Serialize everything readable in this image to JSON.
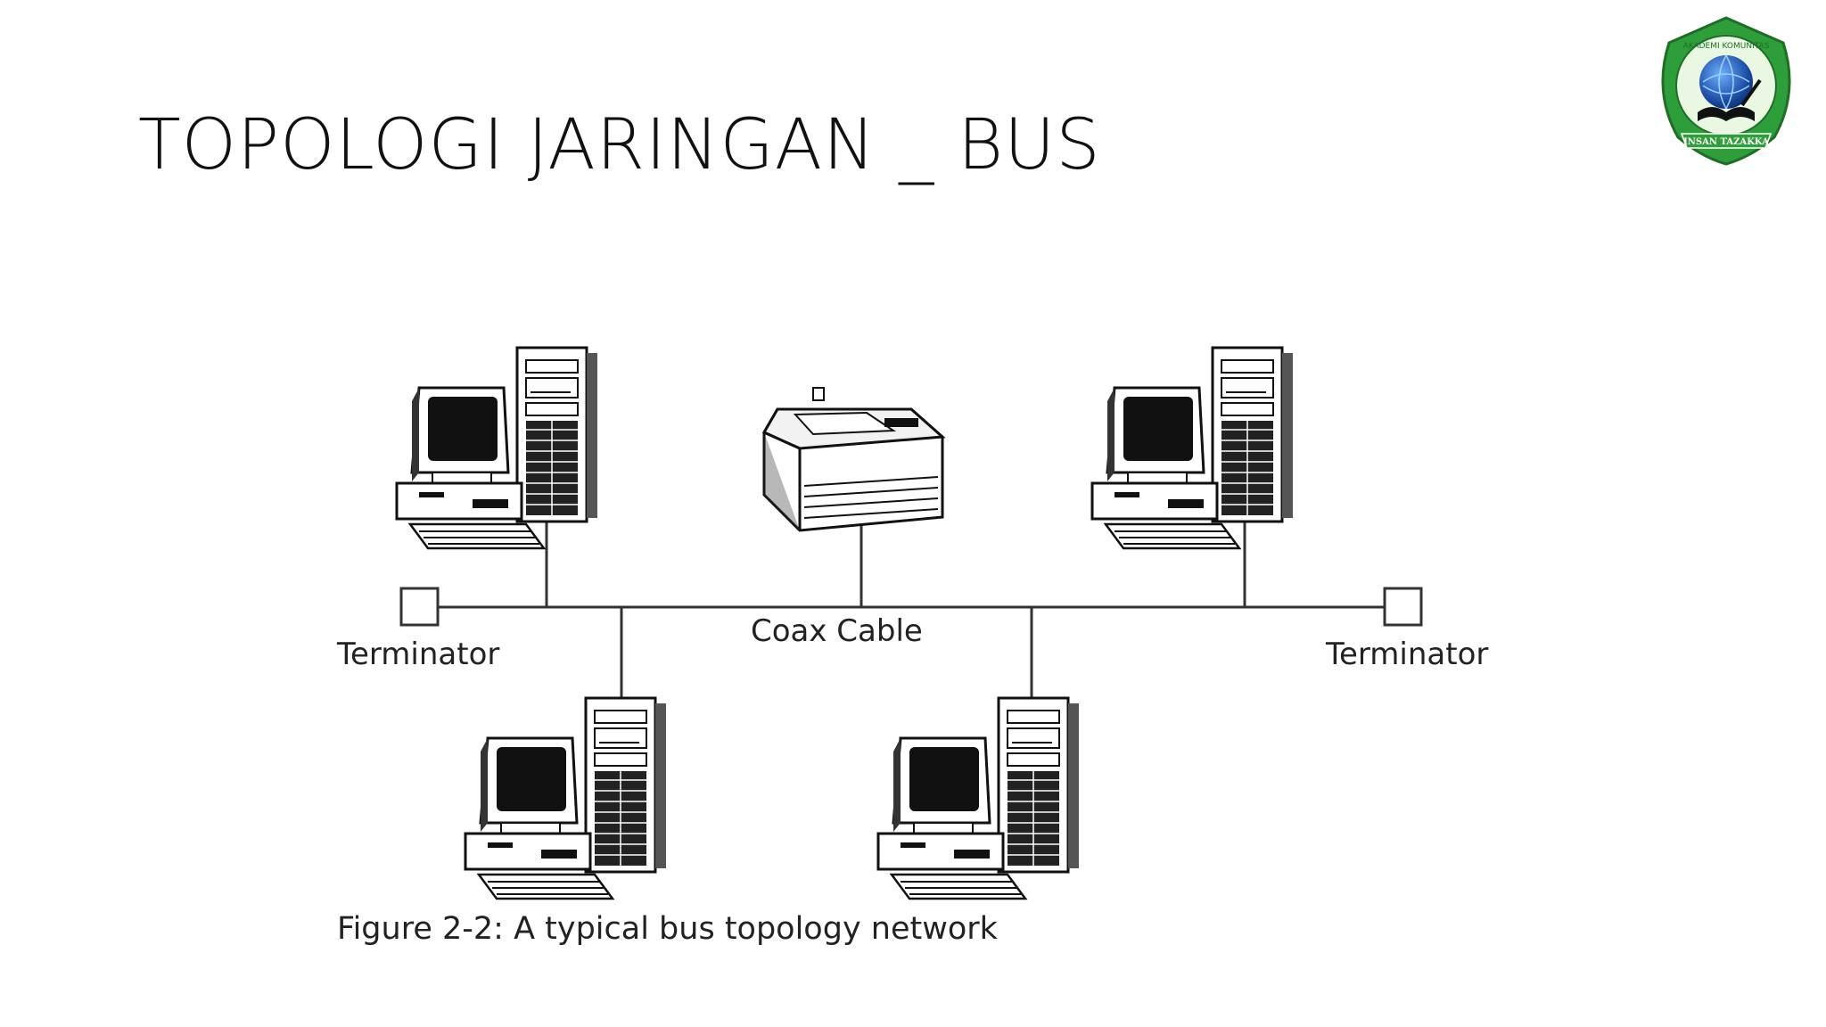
{
  "slide": {
    "title": "TOPOLOGI JARINGAN _ BUS"
  },
  "logo": {
    "ring_text": "AKADEMI KOMUNITAS",
    "banner_text": "INSAN TAZAKKA",
    "color": "#2e9e3a"
  },
  "diagram": {
    "labels": {
      "terminator_left": "Terminator",
      "coax": "Coax Cable",
      "terminator_right": "Terminator"
    },
    "caption": "Figure 2-2: A typical bus topology network"
  },
  "colors": {
    "line": "#333333",
    "title": "#111111"
  }
}
